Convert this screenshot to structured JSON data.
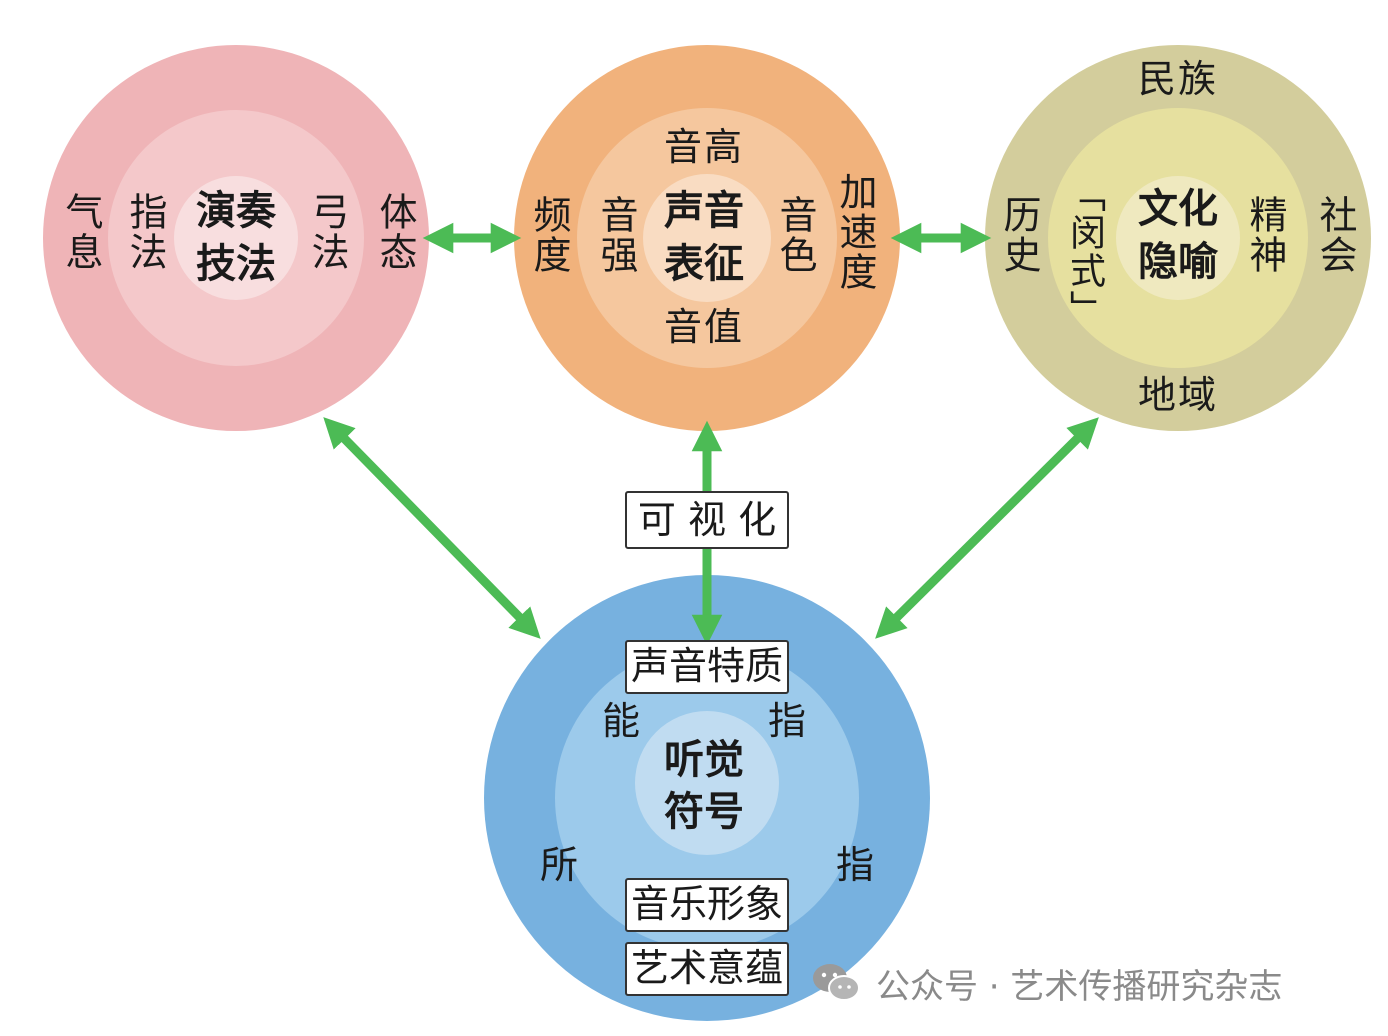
{
  "colors": {
    "pink_outer": "#efb4b7",
    "pink_mid": "#f4c8ca",
    "pink_inner": "#f8dedf",
    "orange_outer": "#f1b27c",
    "orange_mid": "#f5c79e",
    "orange_inner": "#f9dcc2",
    "olive_outer": "#d3cd9c",
    "olive_mid": "#e6e09f",
    "olive_inner": "#efe9bf",
    "blue_outer": "#77b1df",
    "blue_mid": "#9ccaeb",
    "blue_inner": "#c0dcf1",
    "arrow": "#4cbb55"
  },
  "performance": {
    "core_line1": "演奏",
    "core_line2": "技法",
    "left_outer": "气息",
    "left_inner": "指法",
    "right_inner": "弓法",
    "right_outer": "体态"
  },
  "sound": {
    "core_line1": "声音",
    "core_line2": "表征",
    "top": "音高",
    "bottom": "音值",
    "left_outer": "频度",
    "left_inner": "音强",
    "right_inner": "音色",
    "right_outer": "加速度"
  },
  "culture": {
    "core_line1": "文化",
    "core_line2": "隐喻",
    "top": "民族",
    "bottom": "地域",
    "left_outer": "历史",
    "left_inner": "「闵式」",
    "right_inner": "精神",
    "right_outer": "社会"
  },
  "auditory": {
    "core_line1": "听觉",
    "core_line2": "符号",
    "box_top": "声音特质",
    "box_bottom1": "音乐形象",
    "box_bottom2": "艺术意蕴",
    "left_upper": "能",
    "right_upper": "指",
    "left_lower": "所",
    "right_lower": "指"
  },
  "visualize_label": "可 视 化",
  "watermark": {
    "icon": "wechat-icon",
    "text": "公众号 · 艺术传播研究杂志"
  }
}
